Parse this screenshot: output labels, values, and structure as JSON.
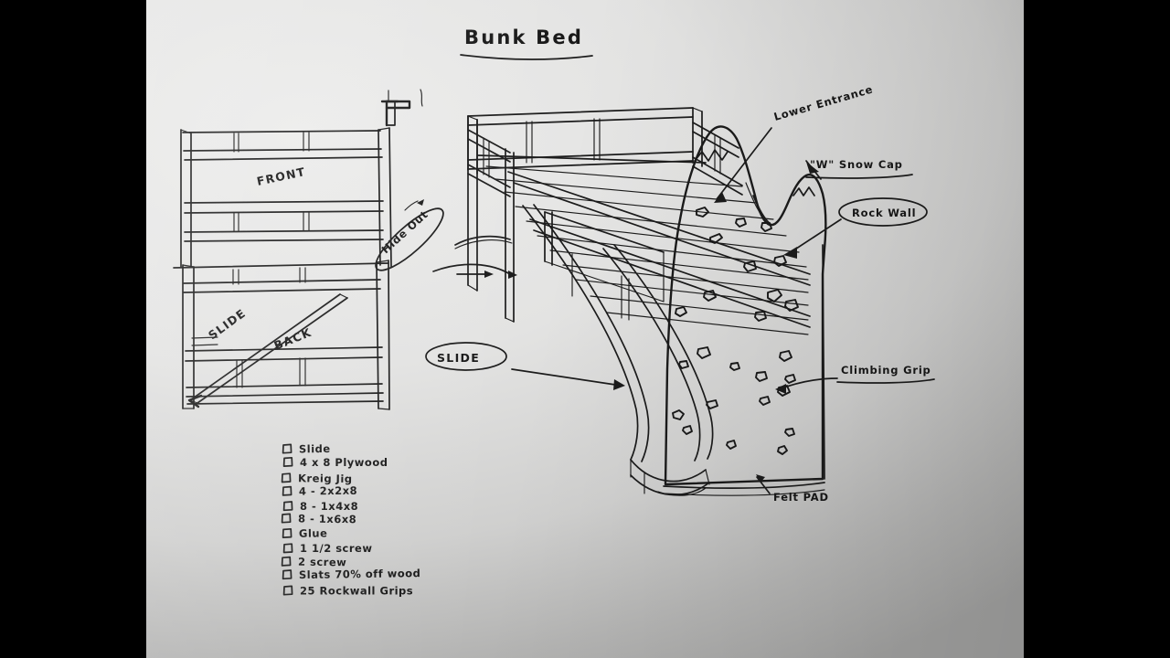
{
  "document": {
    "kind": "hand-drawn-sketch",
    "title": "Bunk Bed",
    "surface_color": "#e3e3e2",
    "ink_color": "#1b1b1b",
    "letterbox_color": "#000000"
  },
  "title": {
    "text": "Bunk Bed"
  },
  "elevation_views": {
    "front": {
      "label": "FRONT"
    },
    "back": {
      "label": "BACK"
    },
    "slide_rail": {
      "label": "SLIDE"
    }
  },
  "callouts": {
    "hide_out": {
      "label": "Hide Out",
      "style": "oval"
    },
    "slide": {
      "label": "SLIDE",
      "style": "oval"
    },
    "rock_wall": {
      "label": "Rock Wall",
      "style": "oval"
    },
    "lower_entrance": {
      "label": "Lower Entrance",
      "style": "plain"
    },
    "snow_cap": {
      "label": "\"W\" Snow Cap",
      "style": "underline"
    },
    "climbing_grip": {
      "label": "Climbing Grip",
      "style": "underline"
    },
    "felt_pad": {
      "label": "Felt PAD",
      "style": "plain"
    }
  },
  "materials_checklist": {
    "items": [
      {
        "label": "Slide",
        "checked": false
      },
      {
        "label": "4 x 8  Plywood",
        "checked": false
      },
      {
        "label": "Kreig Jig",
        "checked": false
      },
      {
        "label": "4 - 2x2x8",
        "checked": false
      },
      {
        "label": "8 - 1x4x8",
        "checked": false
      },
      {
        "label": "8 - 1x6x8",
        "checked": false
      },
      {
        "label": "Glue",
        "checked": false
      },
      {
        "label": "1 1/2 screw",
        "checked": false
      },
      {
        "label": "2  screw",
        "checked": false
      },
      {
        "label": "Slats 70% off wood",
        "checked": false
      },
      {
        "label": "25 Rockwall Grips",
        "checked": false
      }
    ]
  }
}
